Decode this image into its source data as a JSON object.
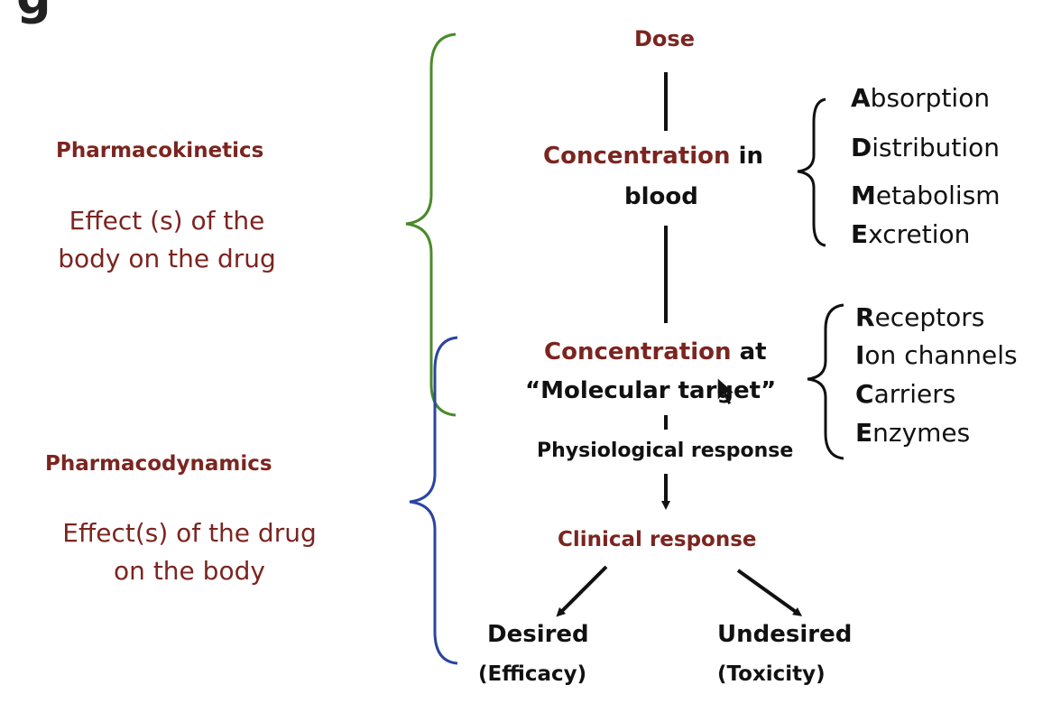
{
  "header": {
    "title_partial": "g"
  },
  "left": {
    "pk_heading": "Pharmacokinetics",
    "pk_desc": "Effect (s) of the body on the drug",
    "pd_heading": "Pharmacodynamics",
    "pd_desc": "Effect(s) of the drug on the body"
  },
  "flow": {
    "dose": "Dose",
    "conc_blood_1": "Concentration",
    "conc_blood_2": " in",
    "conc_blood_3": "blood",
    "conc_target_1": "Concentration",
    "conc_target_2": " at",
    "conc_target_3": "“Molecular target”",
    "physio": "Physiological response",
    "clinical": "Clinical response",
    "desired": "Desired",
    "efficacy": "(Efficacy)",
    "undesired": "Undesired",
    "toxicity": "(Toxicity)"
  },
  "adme": [
    {
      "initial": "A",
      "rest": "bsorption"
    },
    {
      "initial": "D",
      "rest": "istribution"
    },
    {
      "initial": "M",
      "rest": "etabolism"
    },
    {
      "initial": "E",
      "rest": "xcretion"
    }
  ],
  "rice": [
    {
      "initial": "R",
      "rest": "eceptors"
    },
    {
      "initial": "I",
      "rest": "on channels"
    },
    {
      "initial": "C",
      "rest": "arriers"
    },
    {
      "initial": "E",
      "rest": "nzymes"
    }
  ],
  "colors": {
    "maroon": "#7b2520",
    "green_brace": "#4a8a2a",
    "blue_brace": "#2a45a0",
    "text": "#111111"
  },
  "icons": {
    "cursor": "mouse-pointer-icon"
  }
}
